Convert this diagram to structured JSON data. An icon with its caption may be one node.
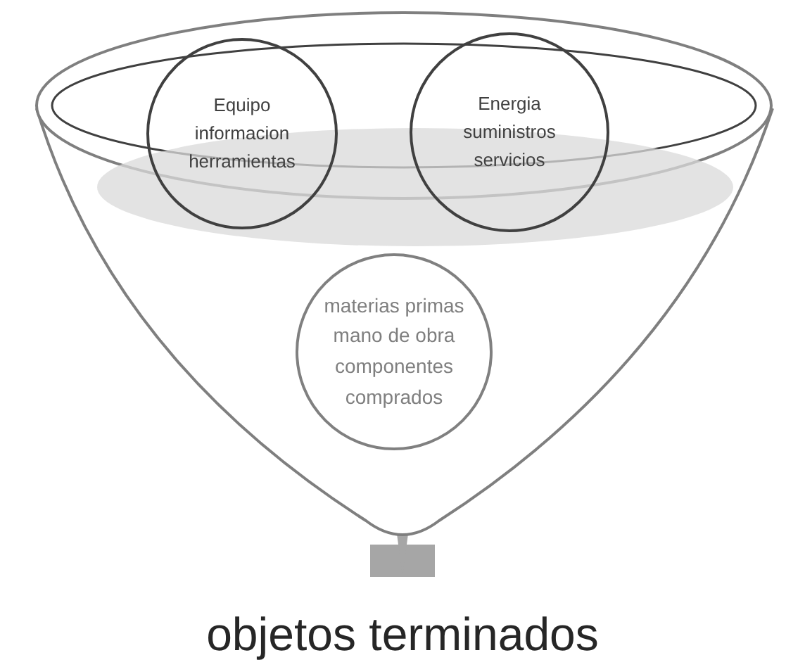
{
  "diagram": {
    "nodes": [
      {
        "text": [],
        "shape": "funnel"
      },
      {
        "text": [
          "Equipo informacion herramientas"
        ]
      },
      {
        "text": [
          "Energia suministros servicios"
        ]
      },
      {
        "text": [
          "materias primas mano de obra componentes comprados"
        ],
        "in": 0
      },
      {
        "text": [
          "objetos terminados"
        ]
      }
    ],
    "edges": [
      {
        "from": 0,
        "to": 4,
        "arrow": "to"
      }
    ]
  }
}
